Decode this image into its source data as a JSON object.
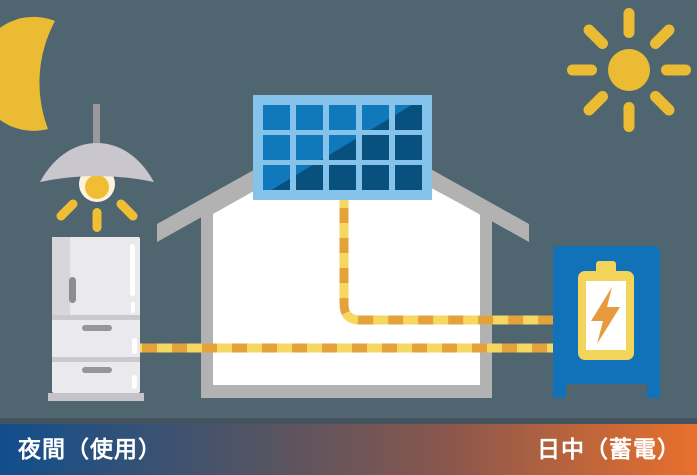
{
  "scene": {
    "night_label": "夜間（使用）",
    "day_label": "日中（蓄電）",
    "background_color": "#4F6670",
    "moon": {
      "color": "#EBBB33"
    },
    "sun": {
      "color": "#EBBB33",
      "ray_count": 8
    },
    "lamp": {
      "shade_color": "#C9C6CD",
      "stem_color": "#9B999E",
      "glow_color": "#F0BE35",
      "bulb_color": "#FCF3DC"
    },
    "refrigerator": {
      "body_color": "#EAEAEC",
      "trim_color": "#CBC9CD",
      "handle_color": "#8E8C91"
    },
    "house": {
      "wall_color": "#B2B2B2",
      "interior_color": "#FFFFFF"
    },
    "solar_panel": {
      "columns": 5,
      "rows": 3,
      "frame_color": "#85C3EA",
      "cell_color": "#0F79BC",
      "cell_shade_color": "#08507E"
    },
    "cable": {
      "color_primary": "#E4A23C",
      "color_dash": "#F6D75F",
      "count": 2
    },
    "battery_unit": {
      "cabinet_color": "#1272B9",
      "battery_color": "#F3D45A",
      "window_color": "#FFFFFF",
      "bolt_color": "#E89A3E"
    },
    "timeline": {
      "gradient_start": "#114E8C",
      "gradient_mid1": "#535463",
      "gradient_mid2": "#87564E",
      "gradient_end": "#E8702C"
    }
  }
}
